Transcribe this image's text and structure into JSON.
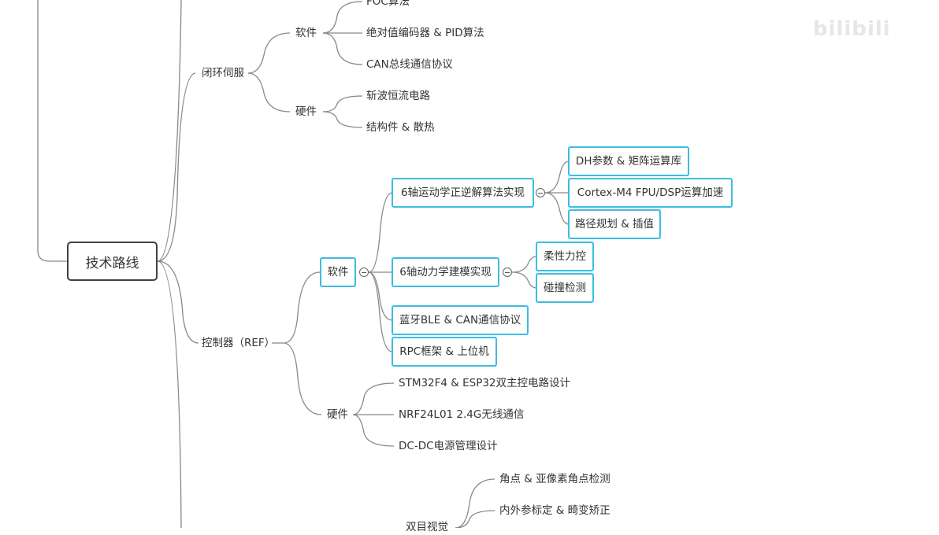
{
  "watermark": "bilibili",
  "root": "技术路线",
  "branch_top": {
    "label": "闭环伺服",
    "software": {
      "label": "软件",
      "items": [
        "FOC算法",
        "绝对值编码器 & PID算法",
        "CAN总线通信协议"
      ]
    },
    "hardware": {
      "label": "硬件",
      "items": [
        "斩波恒流电路",
        "结构件 & 散热"
      ]
    }
  },
  "branch_controller": {
    "label": "控制器（REF）",
    "software": {
      "label": "软件",
      "kinematics": {
        "label": "6轴运动学正逆解算法实现",
        "items": [
          "DH参数 & 矩阵运算库",
          "Cortex-M4 FPU/DSP运算加速",
          "路径规划 & 插值"
        ]
      },
      "dynamics": {
        "label": "6轴动力学建模实现",
        "items": [
          "柔性力控",
          "碰撞检测"
        ]
      },
      "ble": "蓝牙BLE & CAN通信协议",
      "rpc": "RPC框架 & 上位机"
    },
    "hardware": {
      "label": "硬件",
      "items": [
        "STM32F4 & ESP32双主控电路设计",
        "NRF24L01 2.4G无线通信",
        "DC-DC电源管理设计"
      ]
    }
  },
  "branch_vision": {
    "label": "双目视觉",
    "items": [
      "角点 & 亚像素角点检测",
      "内外参标定 & 畸变矫正"
    ]
  }
}
